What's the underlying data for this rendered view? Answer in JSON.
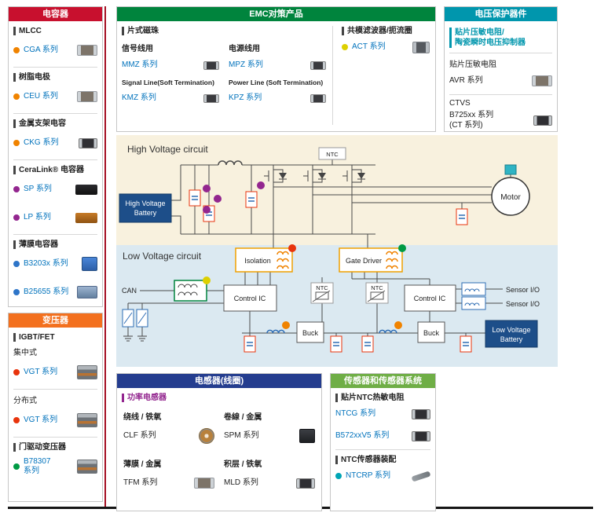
{
  "colors": {
    "capacitors_header": "#c8102e",
    "transformers_header": "#f3701e",
    "emc_header": "#00843d",
    "voltage_protection_header": "#0096ad",
    "inductors_header": "#243d8f",
    "sensors_header": "#6fae46",
    "series_link": "#0072bc",
    "dot_orange": "#f08300",
    "dot_purple": "#93268f",
    "dot_blue": "#2e75c8",
    "dot_red": "#e8340c",
    "dot_green": "#009a44",
    "dot_yellow": "#ddd000",
    "dot_teal": "#2fb4c4",
    "hv_area_bg": "#f8f1de",
    "lv_area_bg": "#dbe9f1",
    "battery_box": "#1d4e89"
  },
  "capacitors": {
    "title": "电容器",
    "groups": [
      {
        "label": "MLCC",
        "items": [
          {
            "name": "CGA 系列"
          }
        ]
      },
      {
        "label": "树脂电极",
        "items": [
          {
            "name": "CEU 系列"
          }
        ]
      },
      {
        "label": "金属支架电容",
        "items": [
          {
            "name": "CKG 系列"
          }
        ]
      },
      {
        "label": "CeraLink® 电容器",
        "items": [
          {
            "name": "SP 系列"
          },
          {
            "name": "LP 系列"
          }
        ]
      },
      {
        "label": "薄膜电容器",
        "items": [
          {
            "name": "B3203x 系列"
          },
          {
            "name": "B25655 系列"
          }
        ]
      }
    ]
  },
  "transformers": {
    "title": "变压器",
    "groups": [
      {
        "label": "IGBT/FET",
        "sublabel": "集中式",
        "items": [
          {
            "name": "VGT 系列"
          }
        ]
      },
      {
        "sublabel": "分布式",
        "items": [
          {
            "name": "VGT 系列"
          }
        ]
      },
      {
        "label": "门驱动变压器",
        "items": [
          {
            "name": "B78307 系列"
          }
        ]
      }
    ]
  },
  "emc": {
    "title": "EMC对策产品",
    "beads": {
      "label": "片式磁珠",
      "cols": [
        {
          "use": "信号线用",
          "series": "MMZ 系列",
          "use2": "Signal Line(Soft Termination)",
          "series2": "KMZ 系列"
        },
        {
          "use": "电源线用",
          "series": "MPZ 系列",
          "use2": "Power Line (Soft Termination)",
          "series2": "KPZ 系列"
        }
      ]
    },
    "cmf": {
      "label": "共模滤波器/扼流圈",
      "series": "ACT 系列"
    }
  },
  "voltage_protection": {
    "title": "电压保护器件",
    "intro": [
      "贴片压敏电阻/",
      "陶瓷瞬时电压抑制器"
    ],
    "groups": [
      {
        "label": "贴片压敏电阻",
        "series": "AVR 系列"
      },
      {
        "label": "CTVS",
        "series": "B725xx 系列",
        "note": "(CT 系列)"
      }
    ]
  },
  "inductors": {
    "title": "电感器(线圈)",
    "group_label": "功率电感器",
    "cells": [
      {
        "type": "绕线 / 铁氧",
        "series": "CLF 系列"
      },
      {
        "type": "卷線 / 金属",
        "series": "SPM 系列"
      },
      {
        "type": "薄膜 / 金属",
        "series": "TFM 系列"
      },
      {
        "type": "积层 / 铁氧",
        "series": "MLD 系列"
      }
    ]
  },
  "sensors": {
    "title": "传感器和传感器系统",
    "groups": [
      {
        "label": "贴片NTC热敏电阻",
        "items": [
          {
            "name": "NTCG 系列"
          },
          {
            "name": "B572xxV5 系列"
          }
        ]
      },
      {
        "label": "NTC传感器装配",
        "items": [
          {
            "name": "NTCRP 系列"
          }
        ]
      }
    ]
  },
  "circuit": {
    "hv_label": "High Voltage circuit",
    "lv_label": "Low Voltage circuit",
    "hv_battery_line1": "High Voltage",
    "hv_battery_line2": "Battery",
    "lv_battery_line1": "Low Voltage",
    "lv_battery_line2": "Battery",
    "motor_label": "Motor",
    "ntc_label": "NTC",
    "isolation_label": "Isolation",
    "gate_driver_label": "Gate Driver",
    "control_ic_label": "Control IC",
    "buck_label": "Buck",
    "can_label": "CAN",
    "sensor_io_label": "Sensor I/O"
  }
}
